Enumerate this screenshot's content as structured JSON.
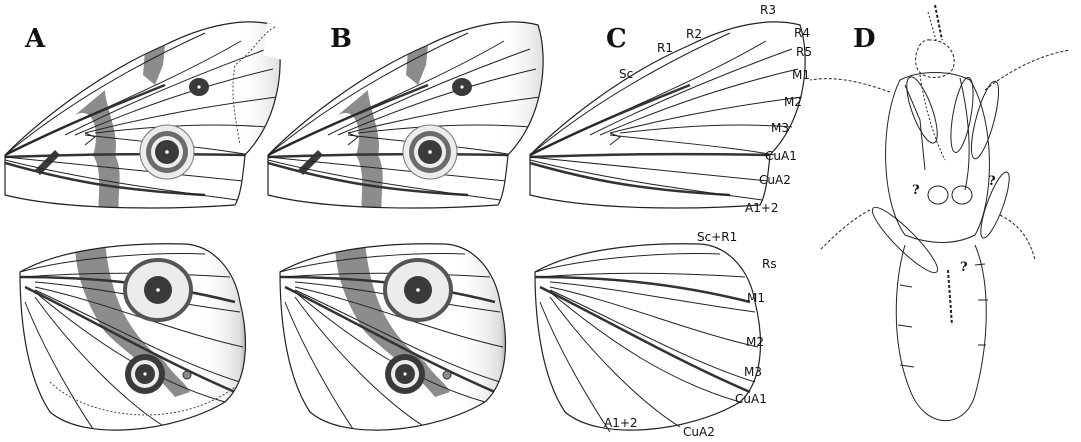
{
  "panels": [
    "A",
    "B",
    "C",
    "D"
  ],
  "forewing_vein_labels": [
    "Sc",
    "R1",
    "R2",
    "R3",
    "R4",
    "R5",
    "M1",
    "M2",
    "M3",
    "CuA1",
    "CuA2",
    "A1+2"
  ],
  "hindwing_vein_labels": [
    "Sc+R1",
    "Rs",
    "M1",
    "M2",
    "M3",
    "CuA1",
    "CuA2",
    "A1+2"
  ],
  "body_marks": [
    "?",
    "?",
    "?"
  ],
  "colors": {
    "outline": "#222222",
    "band": "#8c8c8c",
    "eyespot": "#3a3a3a",
    "ring": "#6b6b6b",
    "pale": "#e6e6e6"
  }
}
